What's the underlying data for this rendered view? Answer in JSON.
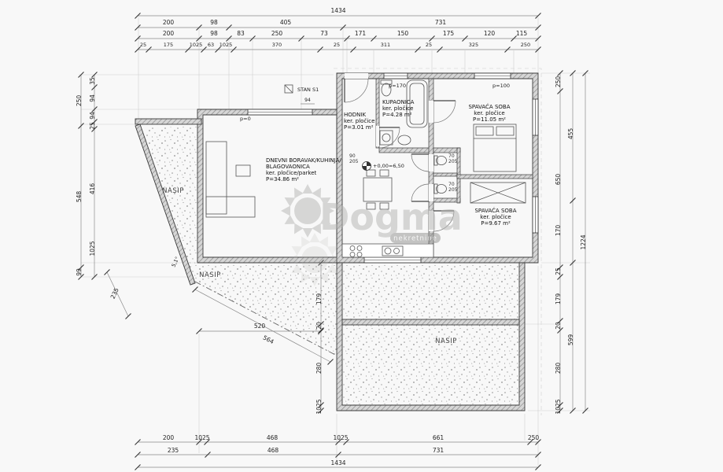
{
  "watermark": {
    "brand": "Dogma",
    "tag": "nekretnine"
  },
  "colors": {
    "wall_hatch": "#8a8a8a",
    "dim_text": "#222222",
    "watermark_gray": "#b4b4b2"
  },
  "rooms": {
    "hodnik": {
      "name": "HODNIK",
      "floor": "ker. pločice",
      "area": "P=3.01 m²"
    },
    "kupaonica": {
      "name": "KUPAONICA",
      "floor": "ker. pločice",
      "area": "P=4.28 m²"
    },
    "spavaca1": {
      "name": "SPAVAĆA SOBA",
      "floor": "ker. pločice",
      "area": "P=11.05 m²"
    },
    "spavaca2": {
      "name": "SPAVAĆA SOBA",
      "floor": "ker. pločice",
      "area": "P=9.67 m²"
    },
    "dnevni": {
      "name_line1": "DNEVNI BORAVAK/KUHINJA/",
      "name_line2": "BLAGOVAONICA",
      "floor": "ker. pločice/parket",
      "area": "P=34.86 m²"
    },
    "nasip": "NASIP"
  },
  "annotations": {
    "unit": "STAN S1",
    "level": "+0,00=6,50",
    "p_living": "p=0",
    "p_bath": "p=170",
    "p_bedroom": "p=100",
    "angle": "5,1°",
    "entry_step": "94"
  },
  "dims": {
    "top1": [
      "1434"
    ],
    "top2": [
      "200",
      "98",
      "405",
      "731"
    ],
    "top3": [
      "200",
      "98",
      "83",
      "250",
      "73",
      "171",
      "150",
      "175",
      "120",
      "115"
    ],
    "top4": [
      "25",
      "175",
      "1025",
      "63",
      "1025",
      "370",
      "25",
      "311",
      "25",
      "325",
      "250"
    ],
    "bottom1": [
      "200",
      "1025",
      "468",
      "1025",
      "661",
      "250"
    ],
    "bottom2": [
      "235",
      "468",
      "731"
    ],
    "bottom3": [
      "1434"
    ],
    "left_inner": [
      "35",
      "94",
      "94",
      "25",
      "416",
      "1025"
    ],
    "left_outer": [
      "250",
      "548",
      "99"
    ],
    "left_diag": [
      "235",
      "520",
      "564"
    ],
    "lower_left": [
      "179",
      "20",
      "280",
      "1025"
    ],
    "right_inner": [
      "250",
      "650",
      "170",
      "25",
      "179",
      "20",
      "280",
      "1025"
    ],
    "right_mid": [
      "455",
      "599"
    ],
    "right_outer": [
      "1224"
    ],
    "doors": [
      {
        "w": "90",
        "h": "205"
      },
      {
        "w": "70",
        "h": "205"
      },
      {
        "w": "70",
        "h": "205"
      }
    ]
  }
}
